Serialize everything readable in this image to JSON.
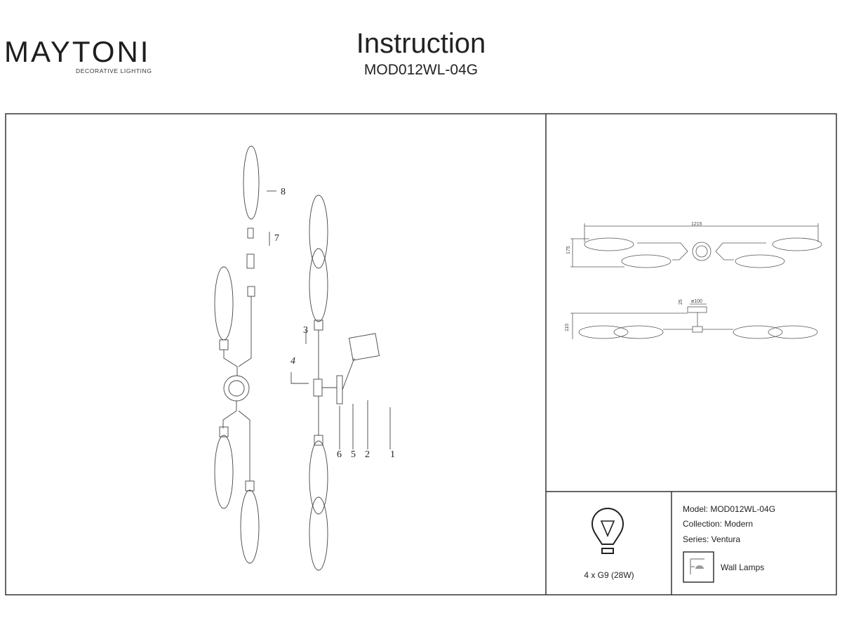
{
  "header": {
    "brand": "MAYTONI",
    "brand_tagline": "DECORATIVE LIGHTING",
    "title": "Instruction",
    "model_code": "MOD012WL-04G"
  },
  "assembly": {
    "part_numbers": [
      "1",
      "2",
      "5",
      "6",
      "3",
      "4",
      "7",
      "8"
    ]
  },
  "dimensions": {
    "width": "1215",
    "depth": "175",
    "base_height": "25",
    "base_diameter": "ø100",
    "height": "110"
  },
  "specs": {
    "bulb": "4 x G9 (28W)",
    "model": "Model: MOD012WL-04G",
    "collection": "Collection: Modern",
    "series": "Series: Ventura",
    "type": "Wall Lamps"
  },
  "colors": {
    "brand_accent": "#5a1d5e",
    "line": "#333333"
  }
}
